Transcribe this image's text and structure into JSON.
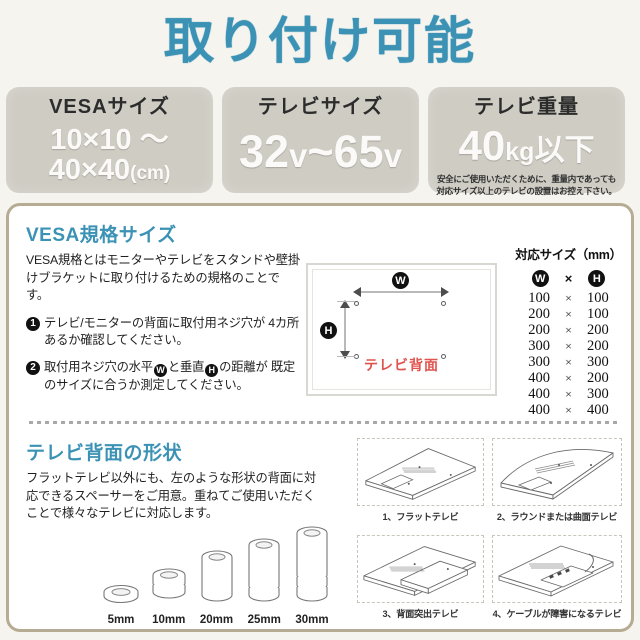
{
  "title": "取り付け可能",
  "cards": [
    {
      "heading": "VESAサイズ",
      "line1": "10×10 ～",
      "line2": "40×40",
      "unit": "(cm)"
    },
    {
      "heading": "テレビサイズ",
      "value": "32",
      "suffix1": "v",
      "tilde": "~",
      "value2": "65",
      "suffix2": "v"
    },
    {
      "heading": "テレビ重量",
      "value": "40",
      "kg": "kg",
      "ika": "以下",
      "note": "安全にご使用いただくために、重量内であっても対応サイズ以上のテレビの設置はお控え下さい。"
    }
  ],
  "vesa_section": {
    "title": "VESA規格サイズ",
    "paragraph": "VESA規格とはモニターやテレビをスタンドや壁掛けブラケットに取り付けるための規格のことです。",
    "bullets": [
      {
        "num": "❶",
        "text_a": "テレビ/モニターの背面に取付用ネジ穴が",
        "text_b": "4カ所あるか確認してください。"
      },
      {
        "num": "❷",
        "pre": "取付用ネジ穴の水平",
        "mid": "と垂直",
        "post": "の距離が",
        "text_b": "既定のサイズに合うか測定してください。",
        "badge_w": "W",
        "badge_h": "H"
      }
    ],
    "diagram": {
      "w_label": "W",
      "h_label": "H",
      "caption": "テレビ背面"
    }
  },
  "size_table": {
    "heading": "対応サイズ（mm）",
    "col_w": "W",
    "col_h": "H",
    "times": "×",
    "rows": [
      {
        "w": "100",
        "h": "100"
      },
      {
        "w": "200",
        "h": "100"
      },
      {
        "w": "200",
        "h": "200"
      },
      {
        "w": "300",
        "h": "200"
      },
      {
        "w": "300",
        "h": "300"
      },
      {
        "w": "400",
        "h": "200"
      },
      {
        "w": "400",
        "h": "300"
      },
      {
        "w": "400",
        "h": "400"
      }
    ]
  },
  "shape_section": {
    "title": "テレビ背面の形状",
    "paragraph": "フラットテレビ以外にも、左のような形状の背面に対応できるスペーサーをご用意。重ねてご使用いただくことで様々なテレビに対応します。",
    "spacers": [
      {
        "label": "5mm"
      },
      {
        "label": "10mm"
      },
      {
        "label": "20mm"
      },
      {
        "label": "25mm"
      },
      {
        "label": "30mm"
      }
    ],
    "tv_types": [
      {
        "caption": "1、フラットテレビ"
      },
      {
        "caption": "2、ラウンドまたは曲面テレビ"
      },
      {
        "caption": "3、背面突出テレビ"
      },
      {
        "caption": "4、ケーブルが障害になるテレビ"
      }
    ]
  },
  "colors": {
    "accent": "#3b92b4",
    "card_bg": "#cfccc4",
    "frame_border": "#b6ac93",
    "page_bg": "#f6f4ef",
    "caption_red": "#e0544f"
  }
}
